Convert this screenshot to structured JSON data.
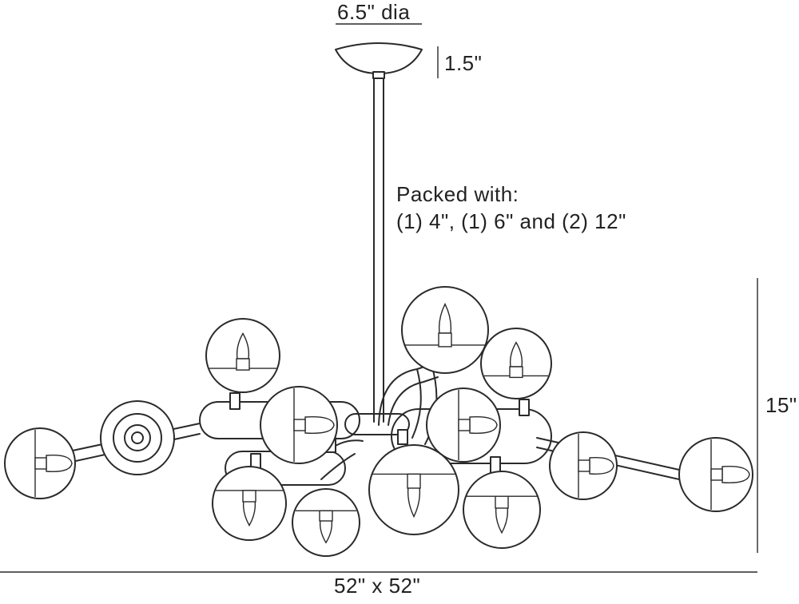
{
  "dimensions": {
    "canopy_diameter": "6.5\" dia",
    "canopy_height": "1.5\"",
    "overall_height": "15\"",
    "overall_width": "52\" x 52\""
  },
  "note": {
    "line1": "Packed with:",
    "line2": "(1) 4\", (1) 6\" and (2) 12\""
  }
}
